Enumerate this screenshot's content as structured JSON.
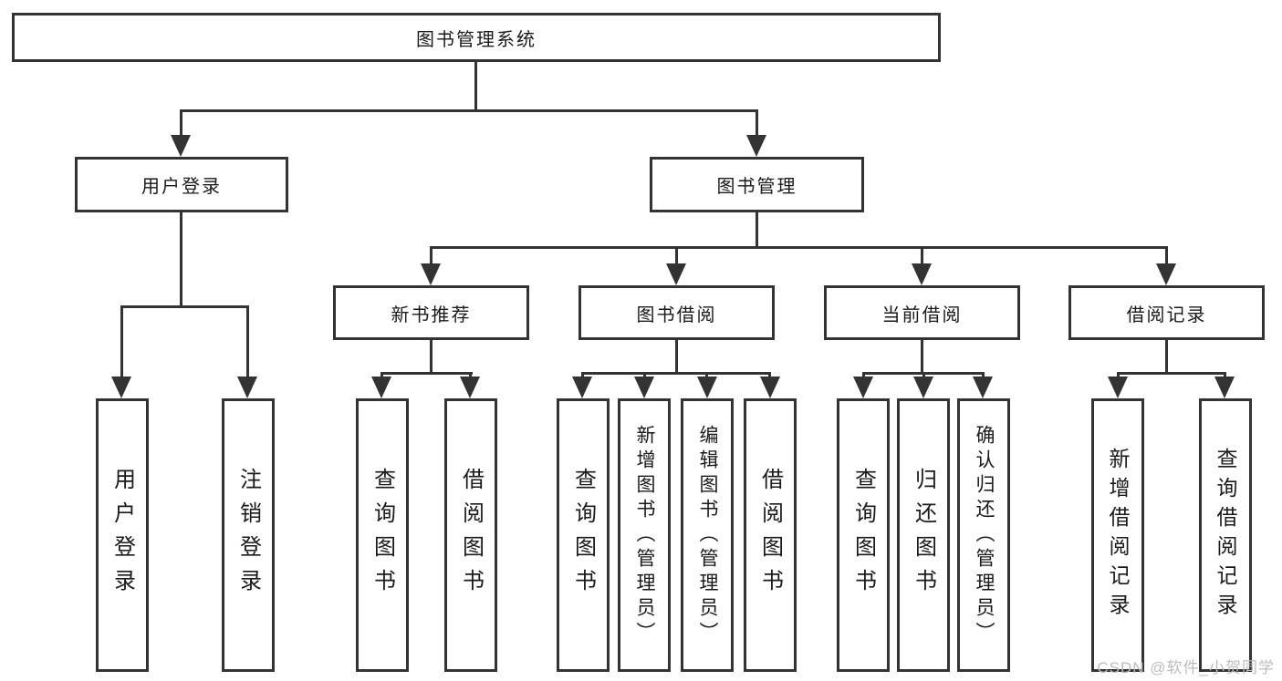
{
  "diagram": {
    "tree": {
      "root": "图书管理系统",
      "children": [
        {
          "label": "用户登录",
          "children": [
            "用户登录",
            "注销登录"
          ]
        },
        {
          "label": "图书管理",
          "children": [
            {
              "label": "新书推荐",
              "children": [
                "查询图书",
                "借阅图书"
              ]
            },
            {
              "label": "图书借阅",
              "children": [
                "查询图书",
                "新增图书（管理员）",
                "编辑图书（管理员）",
                "借阅图书"
              ]
            },
            {
              "label": "当前借阅",
              "children": [
                "查询图书",
                "归还图书",
                "确认归还（管理员）"
              ]
            },
            {
              "label": "借阅记录",
              "children": [
                "新增借阅记录",
                "查询借阅记录"
              ]
            }
          ]
        }
      ]
    },
    "watermark": "CSDN @软件_小贺同学",
    "colors": {
      "line": "#333333",
      "text": "#1a1a1a",
      "watermark": "#bdbdbd",
      "background": "#ffffff"
    }
  }
}
